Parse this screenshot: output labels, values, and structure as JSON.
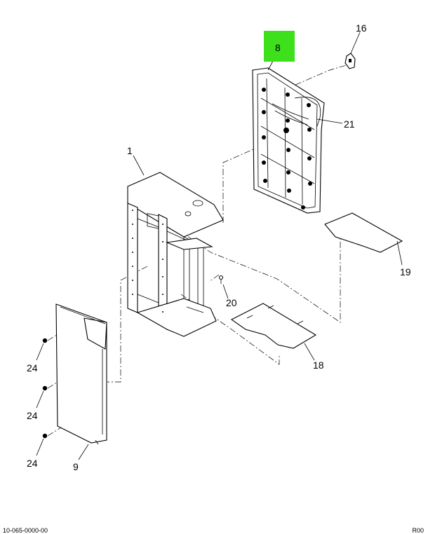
{
  "colors": {
    "highlight": "#3ee01b",
    "line": "#000000",
    "background": "#ffffff"
  },
  "callouts": {
    "c1": "1",
    "c8": "8",
    "c9": "9",
    "c16": "16",
    "c18": "18",
    "c19": "19",
    "c20": "20",
    "c21": "21",
    "c24a": "24",
    "c24b": "24",
    "c24c": "24"
  },
  "footer": {
    "left": "10-065-0000-00",
    "right": "R00"
  }
}
